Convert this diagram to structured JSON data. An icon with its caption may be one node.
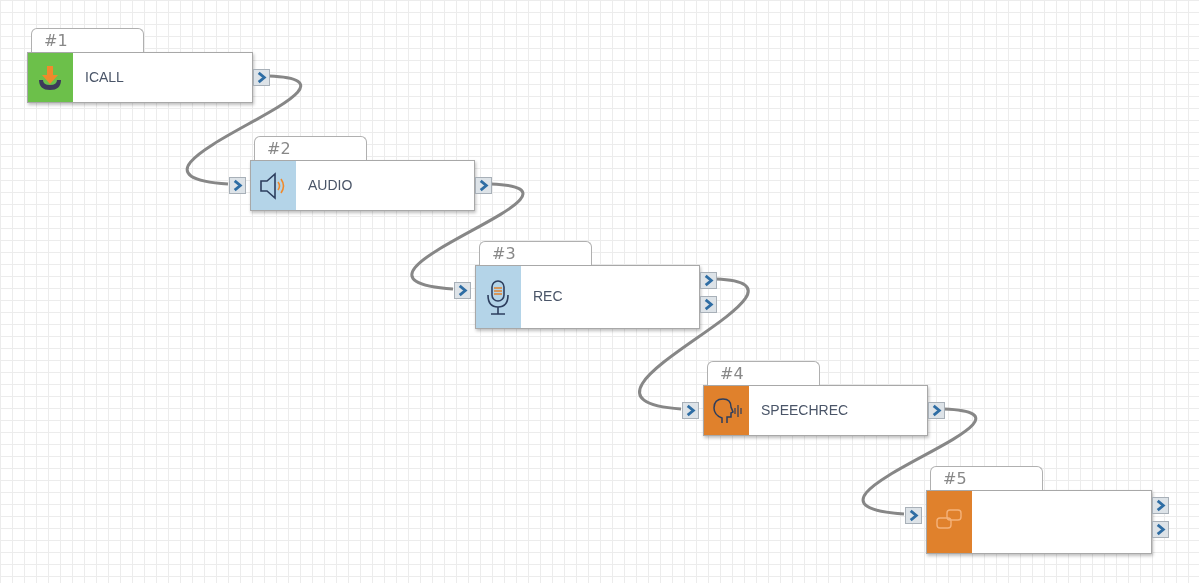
{
  "diagram": {
    "nodes": [
      {
        "text": [
          "#1",
          "ICALL"
        ]
      },
      {
        "text": [
          "#2",
          "AUDIO"
        ]
      },
      {
        "text": [
          "#3",
          "REC"
        ]
      },
      {
        "text": [
          "#4",
          "SPEECHREC"
        ]
      },
      {
        "text": [
          "#5"
        ]
      }
    ],
    "edges": [
      {
        "from": 0,
        "to": 1,
        "arrow": "none"
      },
      {
        "from": 1,
        "to": 2,
        "arrow": "none"
      },
      {
        "from": 2,
        "to": 3,
        "arrow": "none"
      },
      {
        "from": 3,
        "to": 4,
        "arrow": "none"
      }
    ]
  }
}
